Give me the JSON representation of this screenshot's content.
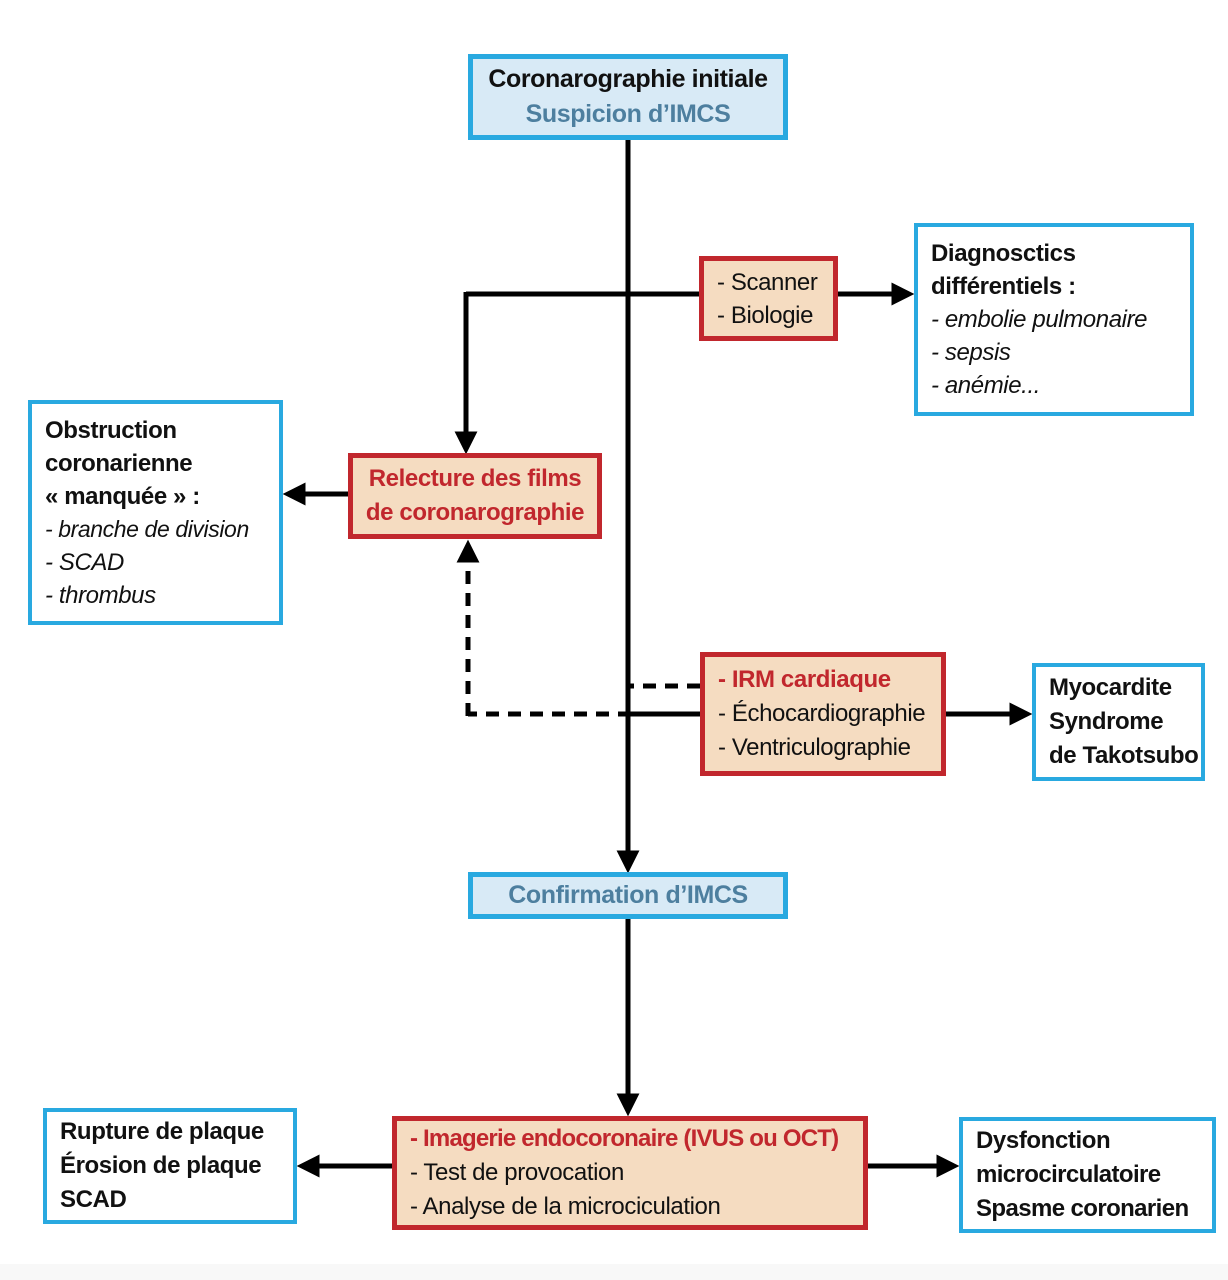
{
  "palette": {
    "cyan": "#29a9e0",
    "lightblue": "#d8eaf6",
    "steelblue": "#4d7f9f",
    "red": "#c1272d",
    "tan": "#f5dcc1",
    "ink": "#111111"
  },
  "boxes": {
    "initial": {
      "title": "Coronarographie initiale",
      "subtitle": "Suspicion d’IMCS"
    },
    "scanner": {
      "lines": [
        "- Scanner",
        "- Biologie"
      ]
    },
    "diagnostics": {
      "bold_lines": [
        "Diagnosctics",
        "différentiels :"
      ],
      "italic_lines": [
        "- embolie pulmonaire",
        "- sepsis",
        "- anémie..."
      ]
    },
    "obstruction": {
      "bold_lines": [
        "Obstruction",
        "coronarienne",
        "« manquée » :"
      ],
      "italic_lines": [
        "- branche de division",
        "- SCAD",
        "- thrombus"
      ]
    },
    "relecture": {
      "lines": [
        "Relecture des films",
        "de coronarographie"
      ]
    },
    "irm": {
      "highlight": "- IRM cardiaque",
      "lines": [
        "- Échocardiographie",
        "- Ventriculographie"
      ]
    },
    "myocardite": {
      "lines": [
        "Myocardite",
        "Syndrome",
        "de Takotsubo"
      ]
    },
    "confirmation": {
      "title": "Confirmation d’IMCS"
    },
    "endocoronary": {
      "highlight": "- Imagerie endocoronaire (IVUS ou OCT)",
      "lines": [
        "- Test de provocation",
        "- Analyse de la microciculation"
      ]
    },
    "rupture": {
      "lines": [
        "Rupture de plaque",
        "Érosion de plaque",
        "SCAD"
      ]
    },
    "dysfonction": {
      "lines": [
        "Dysfonction",
        "microcirculatoire",
        "Spasme coronarien"
      ]
    }
  }
}
